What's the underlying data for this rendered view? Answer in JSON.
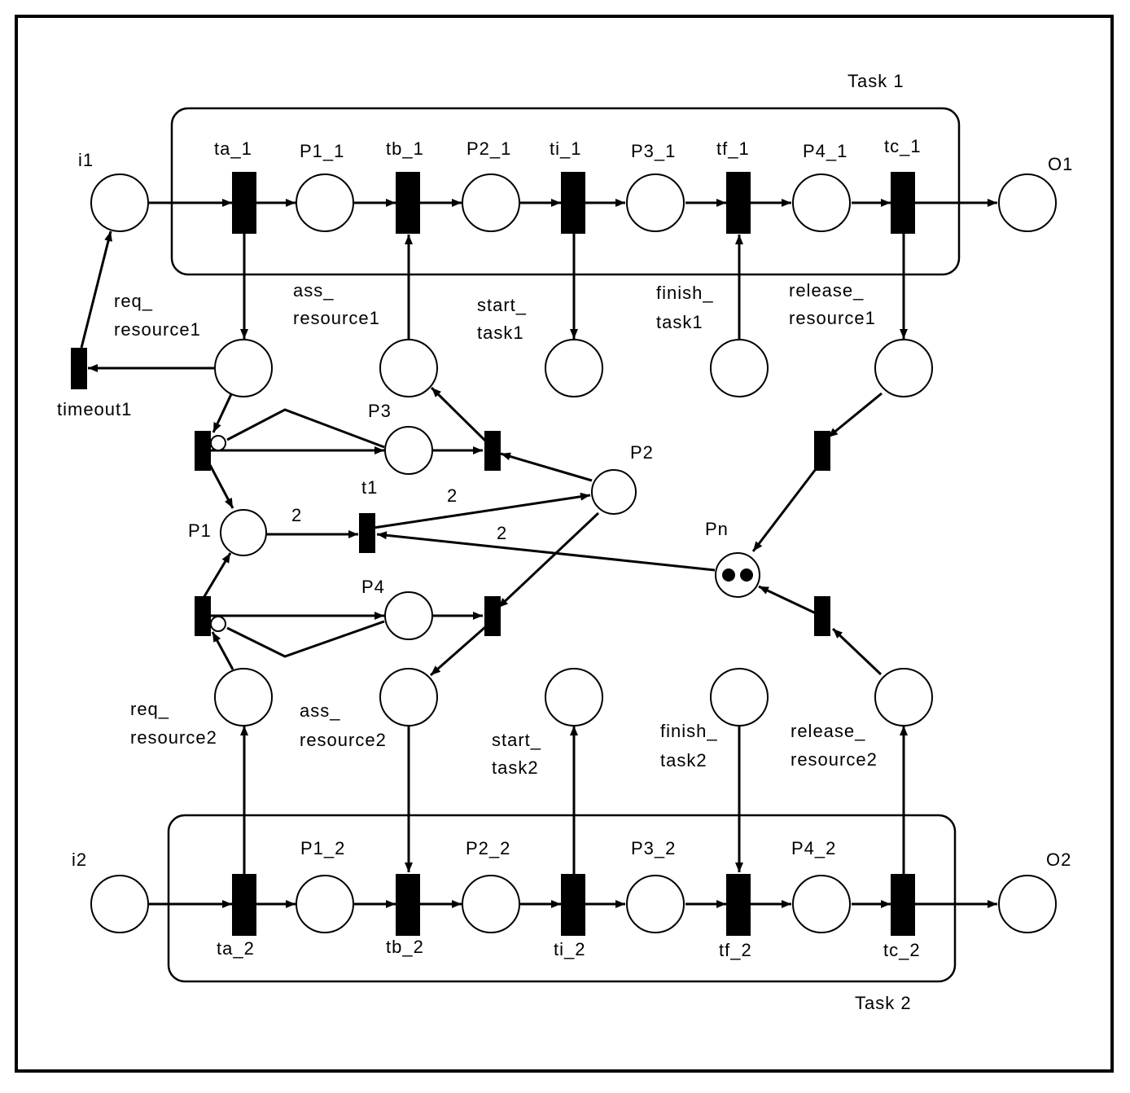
{
  "task1": {
    "title": "Task 1",
    "input": "i1",
    "output": "O1",
    "transitions": [
      "ta_1",
      "tb_1",
      "ti_1",
      "tf_1",
      "tc_1"
    ],
    "places": [
      "P1_1",
      "P2_1",
      "P3_1",
      "P4_1"
    ]
  },
  "task2": {
    "title": "Task 2",
    "input": "i2",
    "output": "O2",
    "transitions": [
      "ta_2",
      "tb_2",
      "ti_2",
      "tf_2",
      "tc_2"
    ],
    "places": [
      "P1_2",
      "P2_2",
      "P3_2",
      "P4_2"
    ]
  },
  "interface1": {
    "req_a": "req_",
    "req_b": "resource1",
    "ass_a": "ass_",
    "ass_b": "resource1",
    "start_a": "start_",
    "start_b": "task1",
    "finish_a": "finish_",
    "finish_b": "task1",
    "release_a": "release_",
    "release_b": "resource1",
    "timeout": "timeout1"
  },
  "interface2": {
    "req_a": "req_",
    "req_b": "resource2",
    "ass_a": "ass_",
    "ass_b": "resource2",
    "start_a": "start_",
    "start_b": "task2",
    "finish_a": "finish_",
    "finish_b": "task2",
    "release_a": "release_",
    "release_b": "resource2"
  },
  "resource_manager": {
    "p1": "P1",
    "p2": "P2",
    "p3": "P3",
    "p4": "P4",
    "pn": "Pn",
    "t1": "t1",
    "pn_tokens": 2,
    "weight_p1_t1": "2",
    "weight_p2_t1": "2",
    "weight_pn_t1": "2"
  }
}
